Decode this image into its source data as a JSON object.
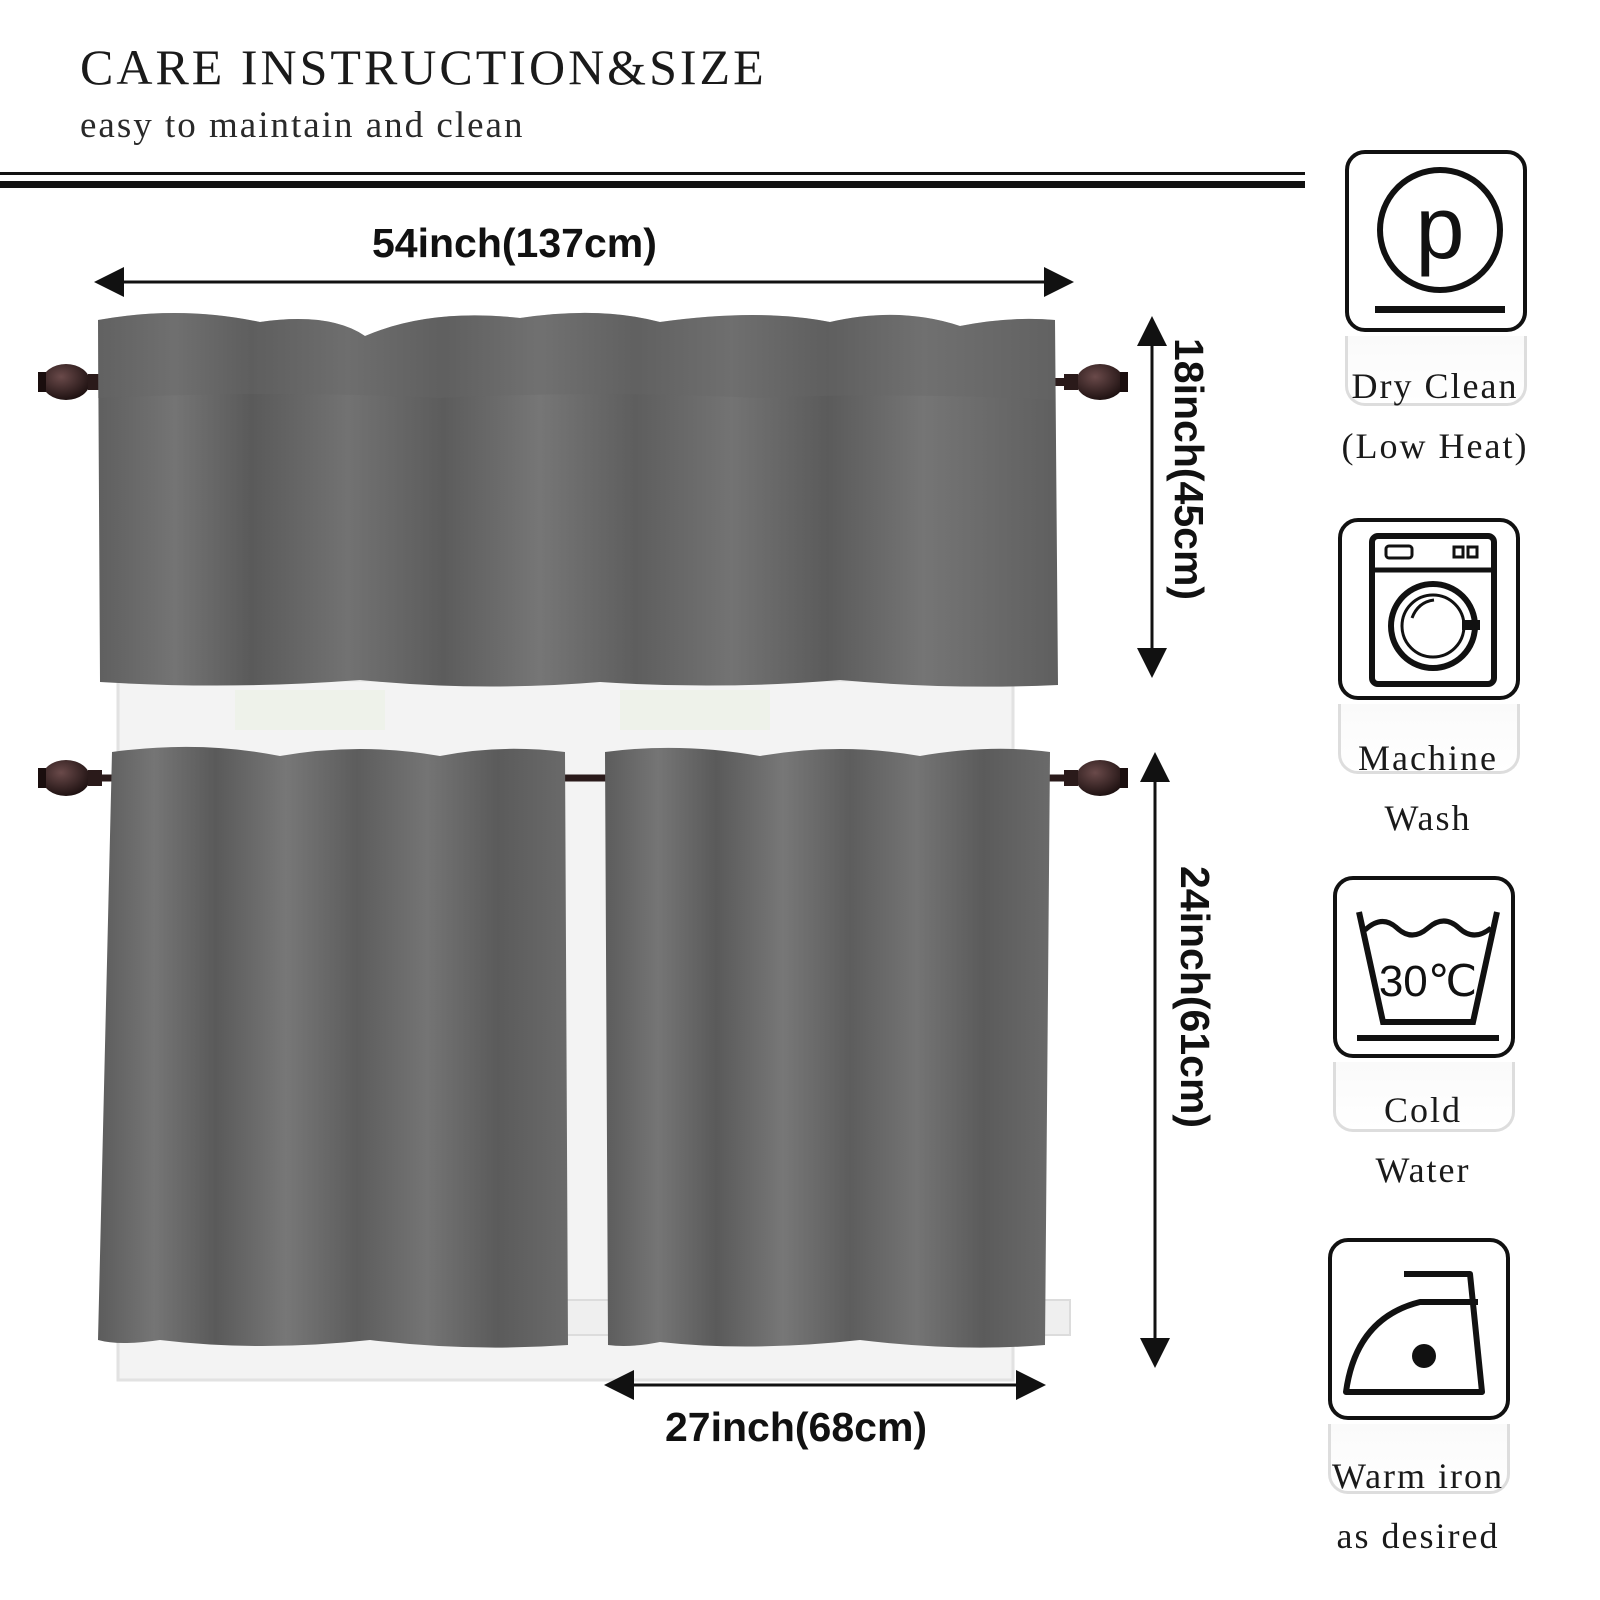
{
  "header": {
    "title": "CARE INSTRUCTION&SIZE",
    "subtitle": "easy to maintain and clean"
  },
  "dimensions": {
    "valance_width": "54inch(137cm)",
    "valance_height": "18inch(45cm)",
    "tier_height": "24inch(61cm)",
    "tier_width": "27inch(68cm)"
  },
  "care": [
    {
      "icon": "dry-clean-low-heat-icon",
      "line1": "Dry Clean",
      "line2": "(Low Heat)"
    },
    {
      "icon": "washing-machine-icon",
      "line1": "Machine",
      "line2": "Wash"
    },
    {
      "icon": "wash-30c-icon",
      "symbol": "30℃",
      "line1": "Cold",
      "line2": "Water"
    },
    {
      "icon": "iron-icon",
      "line1": "Warm iron",
      "line2": "as desired"
    }
  ],
  "colors": {
    "curtain": "#6b6b6b",
    "curtain_shadow": "#555555",
    "curtain_highlight": "#7d7d7d",
    "rod": "#2a1a1a"
  }
}
